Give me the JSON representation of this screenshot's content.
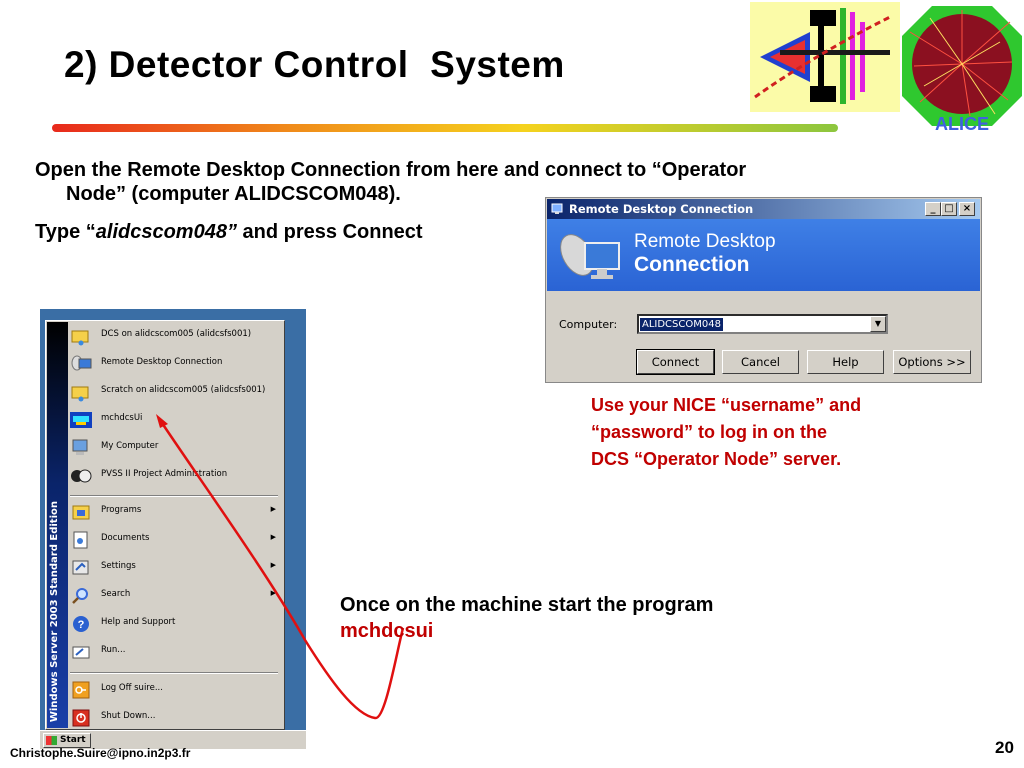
{
  "slide": {
    "title": "2) Detector Control  System",
    "para1": "Open the Remote Desktop Connection from here and connect to “Operator",
    "para1_cont": "Node” (computer ALIDCSCOM048).",
    "para2_prefix": "Type “",
    "para2_emph": "alidcscom048”",
    "para2_suffix": " and press Connect",
    "red_note": [
      "Use your NICE “username” and",
      "“password” to log in on the",
      "DCS “Operator Node” server."
    ],
    "once_note_line1": "Once on the machine start the program",
    "once_note_line2": "mchdcsui",
    "page_number": "20",
    "author": "Christophe.Suire@ipno.in2p3.fr",
    "logo_text": "ALICE",
    "accent_red": "#c00000"
  },
  "rdc": {
    "title": "Remote Desktop Connection",
    "banner_line1": "Remote Desktop",
    "banner_line2": "Connection",
    "computer_label": "Computer:",
    "computer_value": "ALIDCSCOM048",
    "buttons": {
      "connect": "Connect",
      "cancel": "Cancel",
      "help": "Help",
      "options": "Options >>"
    }
  },
  "start_menu": {
    "sidebar_text": "Windows Server 2003 Standard Edition",
    "pinned": [
      {
        "label": "DCS on alidcscom005 (alidcsfs001)",
        "icon": "network-folder-icon"
      },
      {
        "label": "Remote Desktop Connection",
        "icon": "remote-desktop-icon"
      },
      {
        "label": "Scratch on alidcscom005 (alidcsfs001)",
        "icon": "network-folder-icon"
      },
      {
        "label": "mchdcsUi",
        "icon": "mchdcsui-icon"
      },
      {
        "label": "My Computer",
        "icon": "computer-icon"
      },
      {
        "label": "PVSS II Project Administration",
        "icon": "pvss-icon"
      }
    ],
    "menus": [
      {
        "label": "Programs",
        "icon": "programs-icon",
        "submenu": true
      },
      {
        "label": "Documents",
        "icon": "documents-icon",
        "submenu": true
      },
      {
        "label": "Settings",
        "icon": "settings-icon",
        "submenu": true
      },
      {
        "label": "Search",
        "icon": "search-icon",
        "submenu": true
      },
      {
        "label": "Help and Support",
        "icon": "help-icon",
        "submenu": false
      },
      {
        "label": "Run...",
        "icon": "run-icon",
        "submenu": false
      }
    ],
    "session": [
      {
        "label": "Log Off suire...",
        "icon": "logoff-icon"
      },
      {
        "label": "Shut Down...",
        "icon": "shutdown-icon"
      }
    ],
    "start_label": "Start"
  }
}
